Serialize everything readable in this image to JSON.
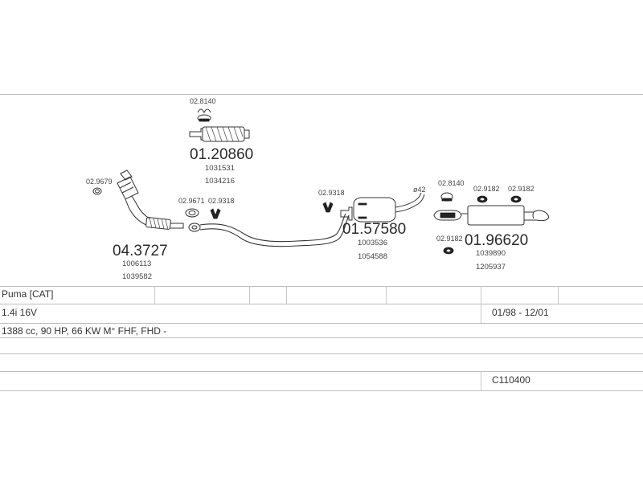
{
  "parts": {
    "front_pipe": {
      "number": "04.3727",
      "refs": [
        "1006113",
        "1039582"
      ]
    },
    "front_clamp": {
      "number": "02.9679"
    },
    "flex_pipe": {
      "number": "01.20860",
      "refs": [
        "1031531",
        "1034216"
      ]
    },
    "flex_clamp": {
      "number": "02.8140"
    },
    "gasket": {
      "number": "02.9671"
    },
    "gasket_clamp": {
      "number": "02.9318"
    },
    "center_silencer": {
      "number": "01.57580",
      "refs": [
        "1003536",
        "1054588"
      ]
    },
    "center_clamp": {
      "number": "02.9318"
    },
    "diameter_label": "ø42",
    "rear_silencer": {
      "number": "01.96620",
      "refs": [
        "1039890",
        "1205937"
      ]
    },
    "rear_clamp_a": {
      "number": "02.8140"
    },
    "rear_clamp_b": {
      "number": "02.9182"
    },
    "rear_clamp_c": {
      "number": "02.9182"
    },
    "rear_clamp_d": {
      "number": "02.9182"
    }
  },
  "vehicle": {
    "model": "Puma  [CAT]",
    "engine": "1.4i 16V",
    "years": "01/98 - 12/01",
    "specs": "1388 cc, 90 HP, 66 KW M° FHF, FHD -",
    "code": "C110400"
  },
  "colors": {
    "lines": "#bdbdbd",
    "ink": "#2b2b2b"
  }
}
